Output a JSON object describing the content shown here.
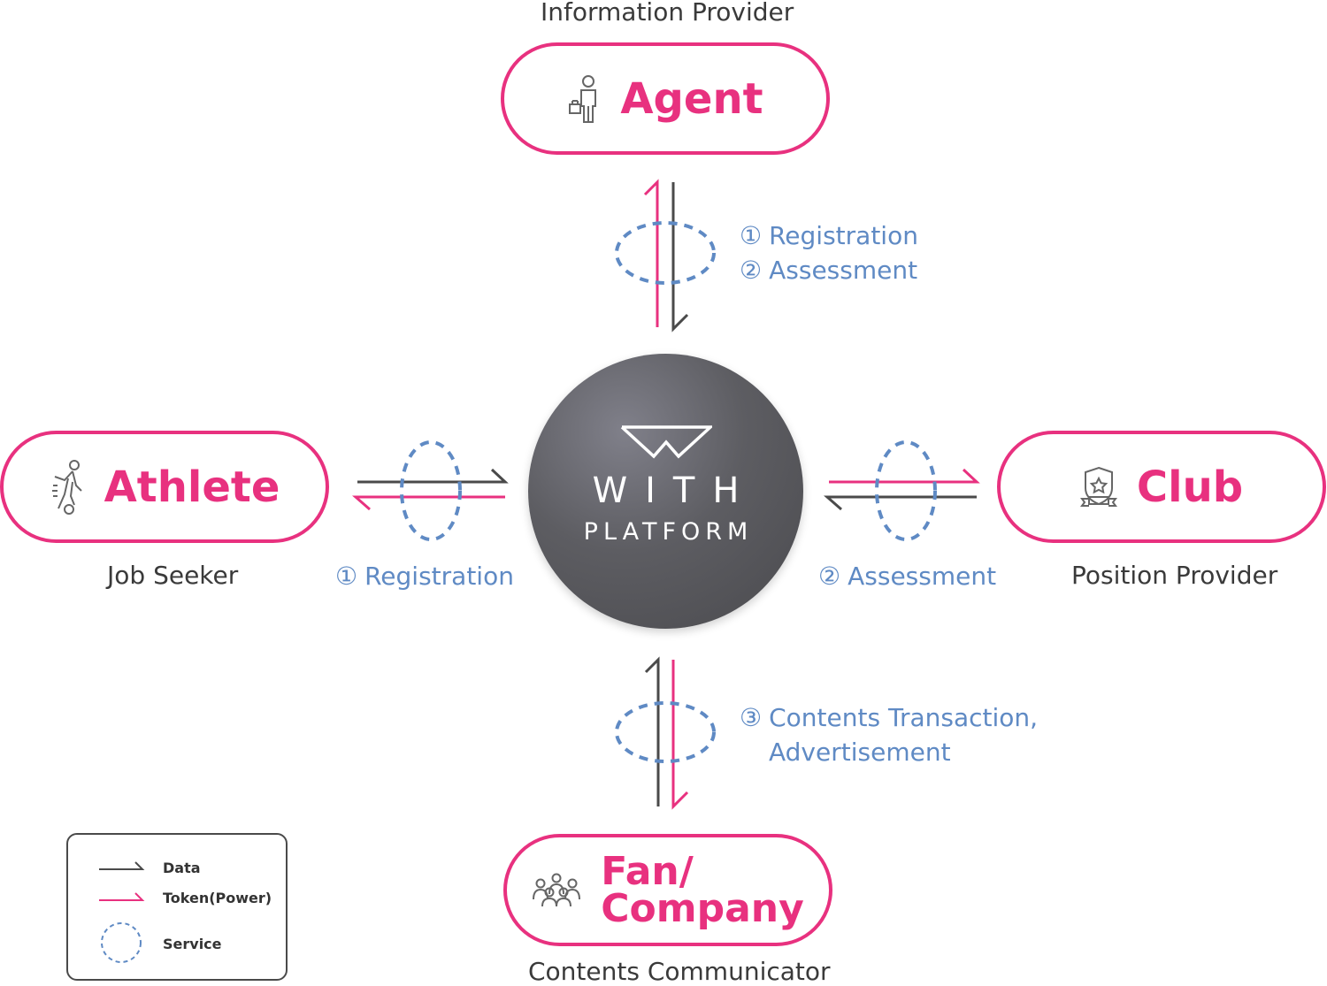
{
  "nodes": {
    "agent": {
      "label": "Agent",
      "role": "Information Provider",
      "icon": "agent-with-briefcase-icon"
    },
    "athlete": {
      "label": "Athlete",
      "role": "Job Seeker",
      "icon": "soccer-player-icon"
    },
    "club": {
      "label": "Club",
      "role": "Position Provider",
      "icon": "club-badge-icon"
    },
    "fan": {
      "label": "Fan/\nCompany",
      "role": "Contents Communicator",
      "icon": "group-of-people-icon"
    }
  },
  "hub": {
    "title": "WITH",
    "subtitle": "PLATFORM",
    "icon": "with-logo-icon"
  },
  "services": {
    "agent": [
      {
        "num": "①",
        "text": "Registration"
      },
      {
        "num": "②",
        "text": "Assessment"
      }
    ],
    "athlete": [
      {
        "num": "①",
        "text": "Registration"
      }
    ],
    "club": [
      {
        "num": "②",
        "text": "Assessment"
      }
    ],
    "fan": [
      {
        "num": "③",
        "text": "Contents Transaction,"
      },
      {
        "num": "",
        "text": "Advertisement"
      }
    ]
  },
  "legend": {
    "data": "Data",
    "token": "Token(Power)",
    "service": "Service"
  },
  "colors": {
    "accent": "#e8317f",
    "data": "#4a4a4a",
    "service": "#5f8ac4"
  }
}
